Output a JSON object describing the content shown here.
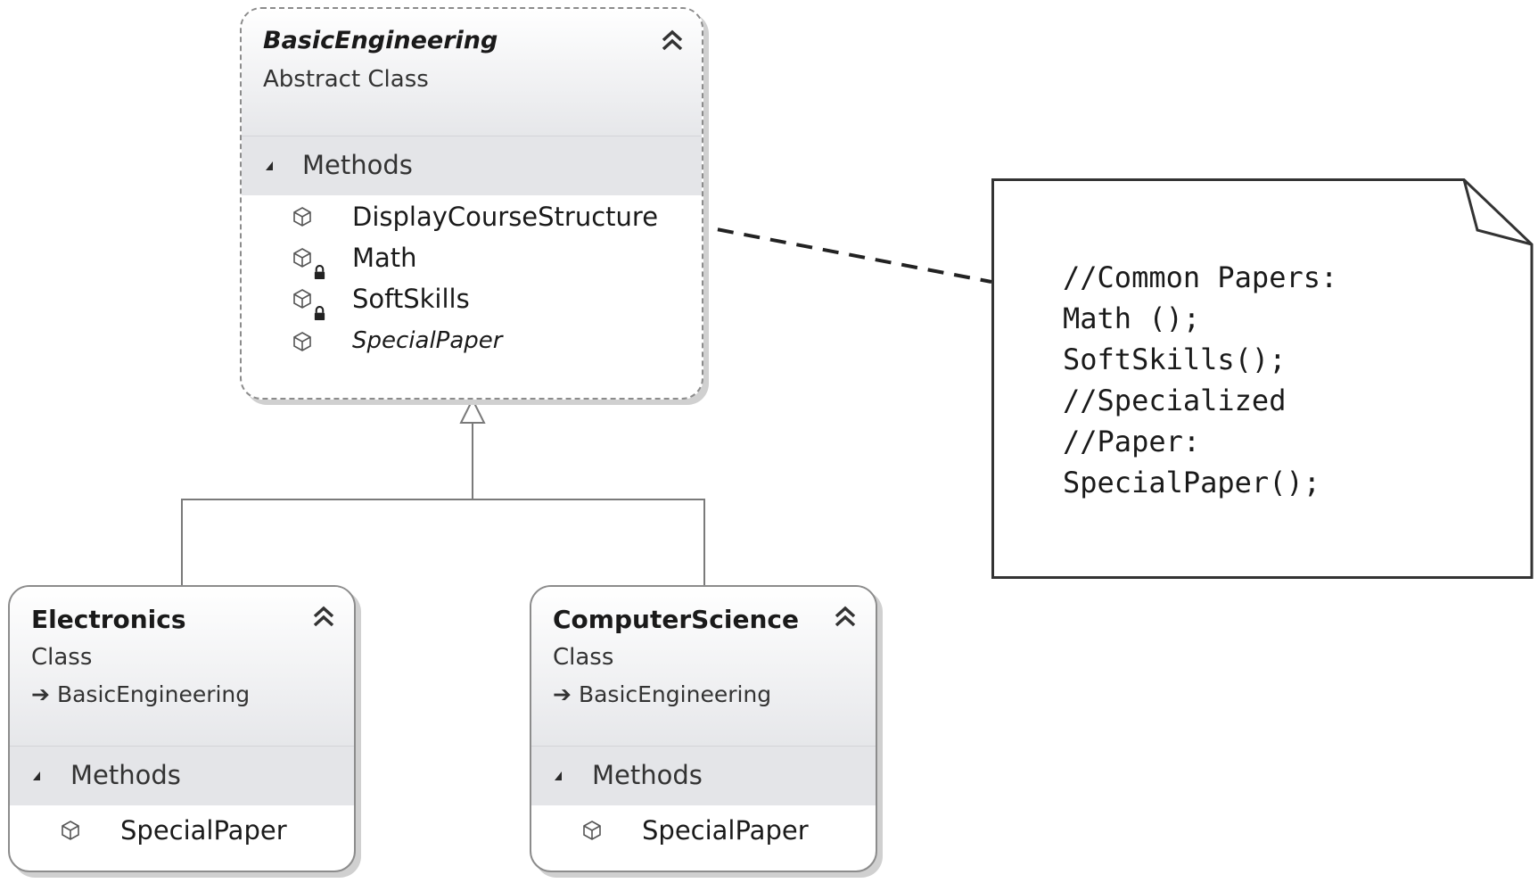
{
  "classes": {
    "base": {
      "name": "BasicEngineering",
      "kind": "Abstract Class",
      "section": "Methods",
      "methods": [
        "DisplayCourseStructure",
        "Math",
        "SoftSkills",
        "SpecialPaper"
      ]
    },
    "electronics": {
      "name": "Electronics",
      "kind": "Class",
      "base": "BasicEngineering",
      "section": "Methods",
      "methods": [
        "SpecialPaper"
      ]
    },
    "computer_science": {
      "name": "ComputerScience",
      "kind": "Class",
      "base": "BasicEngineering",
      "section": "Methods",
      "methods": [
        "SpecialPaper"
      ]
    }
  },
  "note": {
    "lines": [
      "//Common Papers:",
      "Math ();",
      "SoftSkills();",
      "//Specialized",
      "//Paper:",
      "SpecialPaper();"
    ]
  },
  "icons": {
    "method": "method-cube-icon",
    "private_method": "private-method-lock-icon",
    "collapse": "collapse-chevron-icon",
    "section_toggle": "section-expand-triangle-icon",
    "inherits": "inherits-arrow-icon"
  },
  "colors": {
    "border": "#8c8c8c",
    "header_gradient_end": "#e6e7ea",
    "section_band": "#e4e5e8",
    "text": "#1a1a1a"
  }
}
